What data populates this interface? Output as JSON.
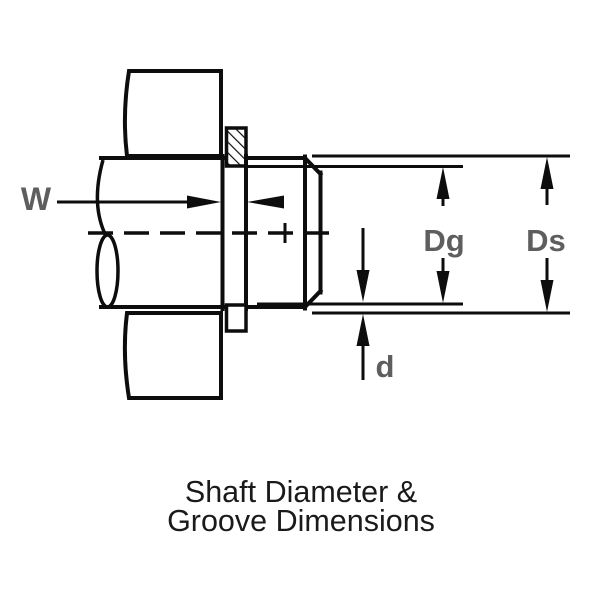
{
  "diagram": {
    "type": "technical-drawing",
    "subject": "retaining ring groove on a shaft, external housing cross-section",
    "caption": {
      "line1": "Shaft Diameter &",
      "line2": "Groove Dimensions"
    },
    "labels": {
      "groove_width": "W",
      "groove_diameter": "Dg",
      "shaft_diameter": "Ds",
      "groove_depth": "d"
    },
    "colors": {
      "line": "#0d0d0d",
      "dimension_label": "#5e5e5e",
      "caption_text": "#1a1a1a",
      "background": "#ffffff"
    }
  }
}
